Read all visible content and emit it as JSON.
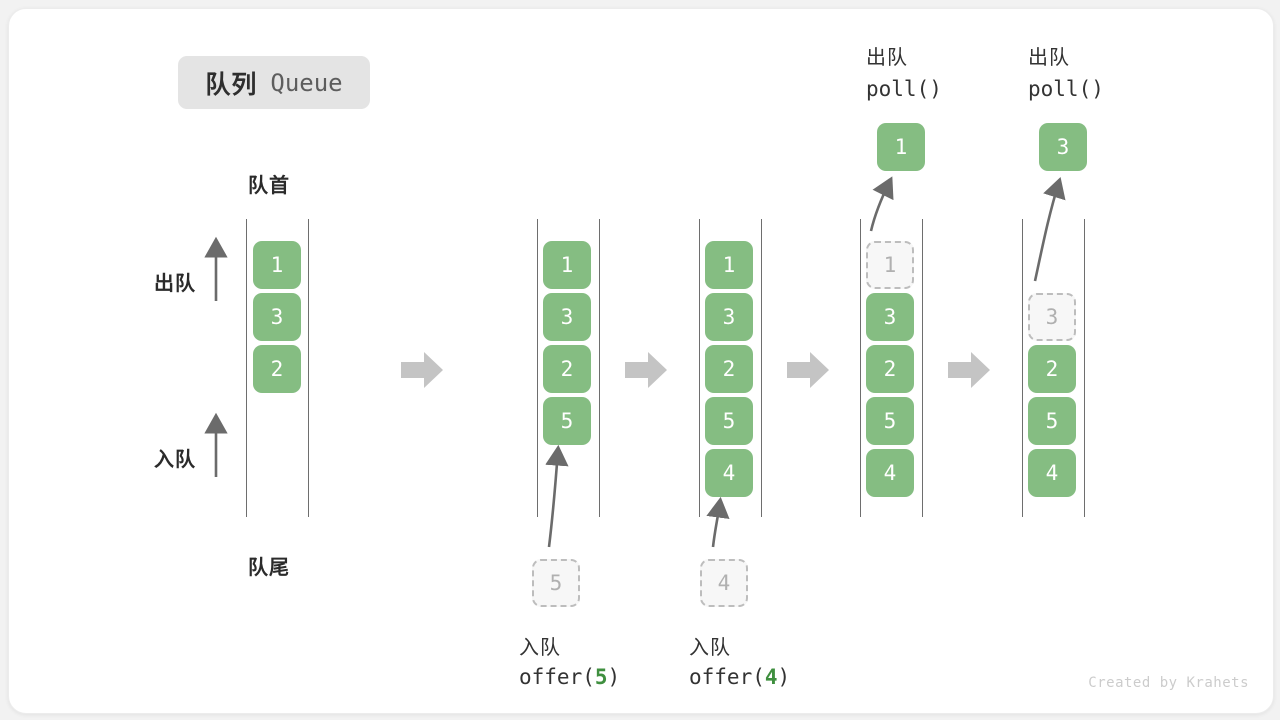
{
  "title": {
    "cn": "队列",
    "en": "Queue"
  },
  "labels": {
    "front": "队首",
    "rear": "队尾",
    "dequeue": "出队",
    "enqueue": "入队"
  },
  "credit": "Created by Krahets",
  "colors": {
    "element": "#85bd82",
    "ghost_fill": "#f7f7f7",
    "ghost_border": "#bdbdbd",
    "rail": "#6e6e6e",
    "arrow": "#6b6b6b",
    "transition_arrow": "#c4c4c4",
    "badge_bg": "#e4e4e4",
    "arg_green": "#3f8f3f",
    "card_bg": "#ffffff",
    "page_bg": "#f2f2f2"
  },
  "chart_data": {
    "type": "diagram",
    "title": "队列 Queue",
    "description": "Queue operations: initial state, two offer() enqueues at the rear, two poll() dequeues from the front",
    "stages": [
      {
        "id": "initial",
        "elements": [
          "1",
          "3",
          "2"
        ],
        "ghost_index": null,
        "ghost_value": null,
        "operation_label_cn": null,
        "operation_label_code": null,
        "popped_value": null,
        "incoming_value": null
      },
      {
        "id": "after-offer-5",
        "elements": [
          "1",
          "3",
          "2",
          "5"
        ],
        "ghost_index": null,
        "ghost_value": null,
        "operation_label_cn": "入队",
        "operation_label_code": "offer(5)",
        "operation_arg": "5",
        "popped_value": null,
        "incoming_value": "5"
      },
      {
        "id": "after-offer-4",
        "elements": [
          "1",
          "3",
          "2",
          "5",
          "4"
        ],
        "ghost_index": null,
        "ghost_value": null,
        "operation_label_cn": "入队",
        "operation_label_code": "offer(4)",
        "operation_arg": "4",
        "popped_value": null,
        "incoming_value": "4"
      },
      {
        "id": "after-poll-1",
        "elements": [
          "1",
          "3",
          "2",
          "5",
          "4"
        ],
        "ghost_index": 0,
        "ghost_value": "1",
        "operation_label_cn": "出队",
        "operation_label_code": "poll()",
        "popped_value": "1",
        "incoming_value": null
      },
      {
        "id": "after-poll-3",
        "elements": [
          "3",
          "2",
          "5",
          "4"
        ],
        "ghost_index": 0,
        "ghost_value": "3",
        "operation_label_cn": "出队",
        "operation_label_code": "poll()",
        "popped_value": "3",
        "incoming_value": null
      }
    ]
  },
  "stage1": {
    "boxes": [
      "1",
      "3",
      "2"
    ]
  },
  "stage2": {
    "boxes": [
      "1",
      "3",
      "2",
      "5"
    ],
    "ghost": "5",
    "caption_cn": "入队",
    "caption_pre": "offer(",
    "caption_arg": "5",
    "caption_post": ")"
  },
  "stage3": {
    "boxes": [
      "1",
      "3",
      "2",
      "5",
      "4"
    ],
    "ghost": "4",
    "caption_cn": "入队",
    "caption_pre": "offer(",
    "caption_arg": "4",
    "caption_post": ")"
  },
  "stage4": {
    "ghost": "1",
    "boxes": [
      "3",
      "2",
      "5",
      "4"
    ],
    "popped": "1",
    "header_cn": "出队",
    "header_code": "poll()"
  },
  "stage5": {
    "ghost": "3",
    "boxes": [
      "2",
      "5",
      "4"
    ],
    "popped": "3",
    "header_cn": "出队",
    "header_code": "poll()"
  }
}
